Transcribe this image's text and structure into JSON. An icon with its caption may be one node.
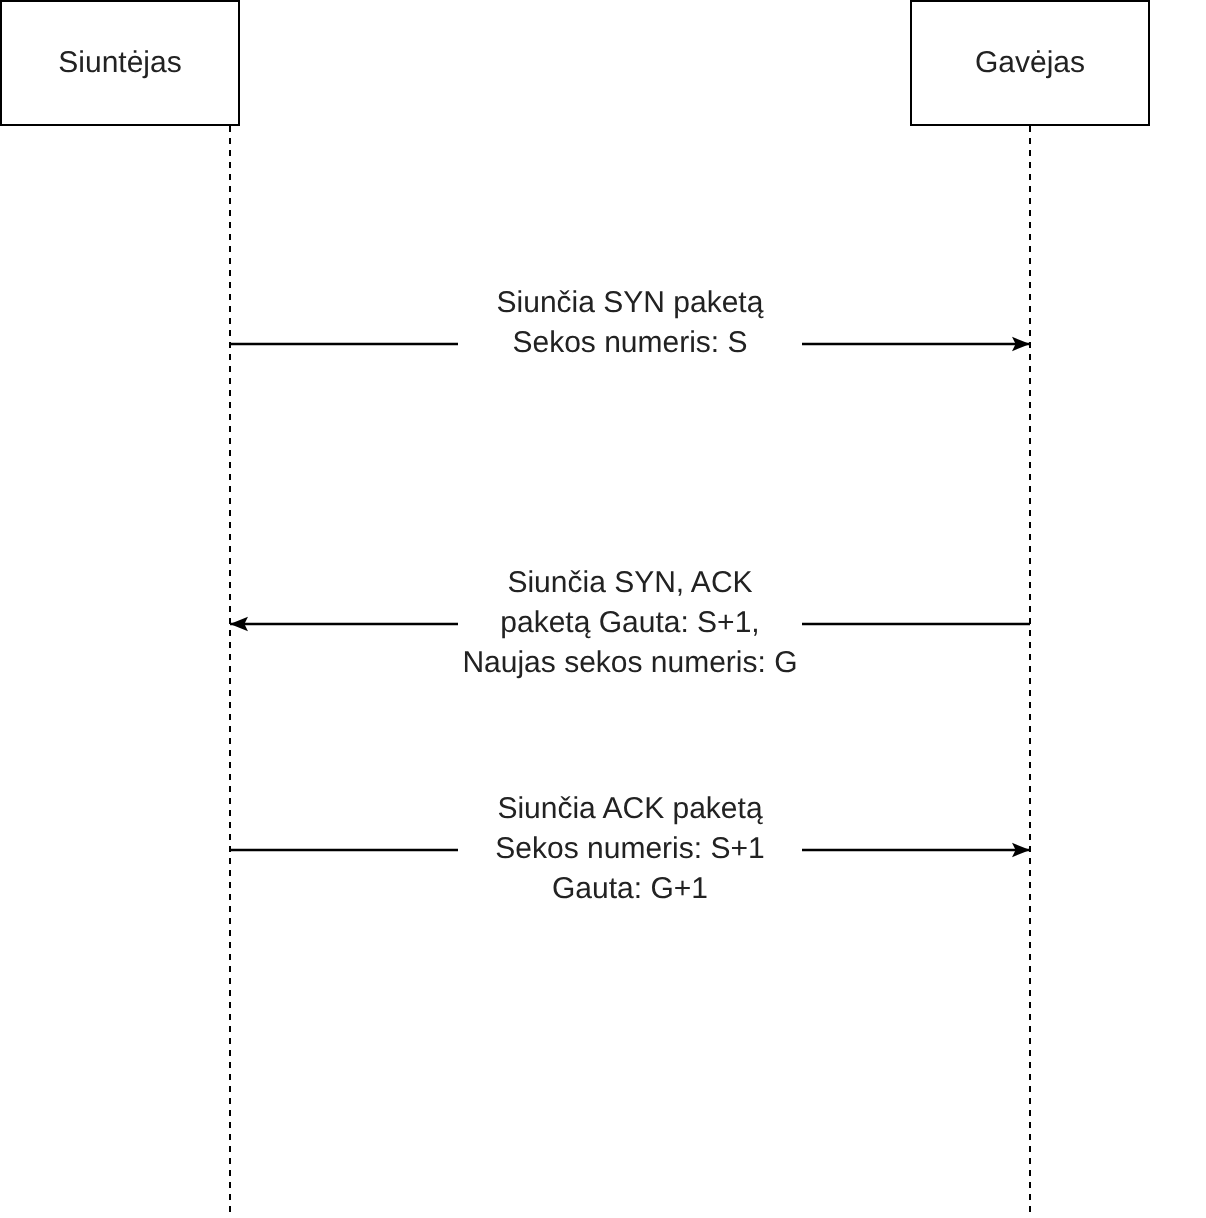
{
  "diagram": {
    "nodes": [
      {
        "text": [
          "Siuntėjas"
        ]
      },
      {
        "text": [
          "Gavėjas"
        ]
      }
    ],
    "edges": [
      {
        "from": 0,
        "to": 1,
        "arrow": "to",
        "label": "Siunčia SYN paketą Sekos numeris: S"
      },
      {
        "from": 1,
        "to": 0,
        "arrow": "to",
        "label": "Siunčia SYN, ACK paketą Gauta: S+1, Naujas sekos numeris: G"
      },
      {
        "from": 0,
        "to": 1,
        "arrow": "to",
        "label": "Siunčia ACK paketą Sekos numeris: S+1 Gauta: G+1"
      }
    ]
  }
}
